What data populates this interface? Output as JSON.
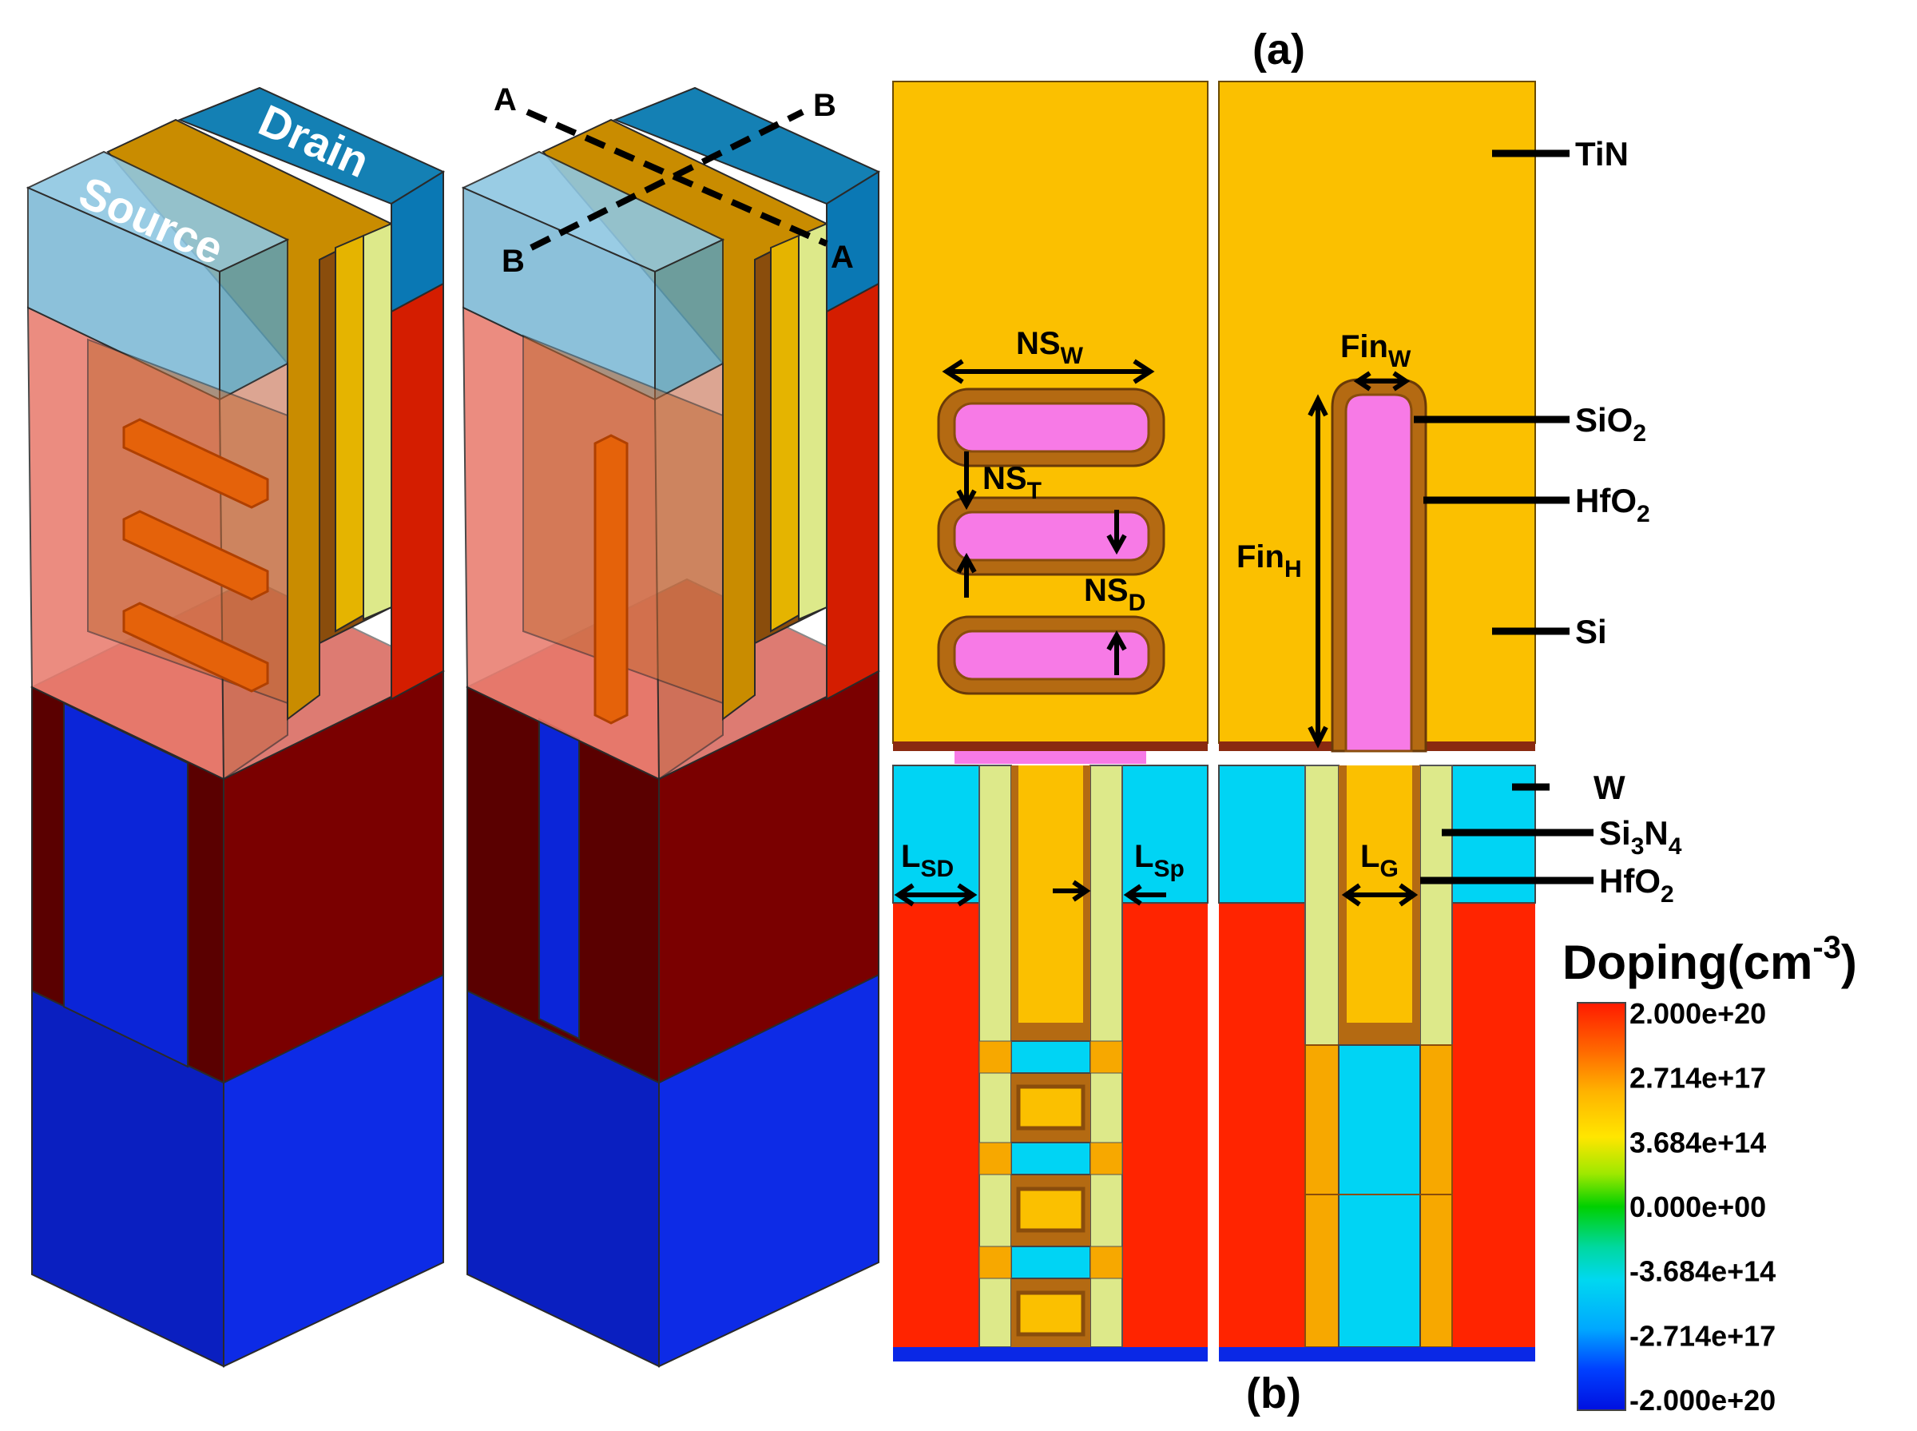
{
  "device_3d": {
    "source_label": "Source",
    "drain_label": "Drain",
    "cut_a": "A",
    "cut_b": "B"
  },
  "panels": {
    "a_label": "(a)",
    "b_label": "(b)"
  },
  "dimensions": {
    "ns_w": "NS",
    "ns_w_sub": "W",
    "ns_t": "NS",
    "ns_t_sub": "T",
    "ns_d": "NS",
    "ns_d_sub": "D",
    "fin_w": "Fin",
    "fin_w_sub": "W",
    "fin_h": "Fin",
    "fin_h_sub": "H",
    "l_sd": "L",
    "l_sd_sub": "SD",
    "l_sp": "L",
    "l_sp_sub": "Sp",
    "l_g": "L",
    "l_g_sub": "G"
  },
  "materials": {
    "tin": "TiN",
    "sio2": "SiO",
    "sio2_sub": "2",
    "hfo2": "HfO",
    "hfo2_sub": "2",
    "si": "Si",
    "w": "W",
    "si3n4_a": "Si",
    "si3n4_sub1": "3",
    "si3n4_b": "N",
    "si3n4_sub2": "4",
    "hfo2_b": "HfO",
    "hfo2_b_sub": "2"
  },
  "legend": {
    "title": "Doping(cm",
    "title_sup": "-3",
    "title_close": ")",
    "ticks": [
      "2.000e+20",
      "2.714e+17",
      "3.684e+14",
      "0.000e+00",
      "-3.684e+14",
      "-2.714e+17",
      "-2.000e+20"
    ],
    "colors": [
      "#ff1a00",
      "#ff6a00",
      "#ffb400",
      "#ffe600",
      "#c8f000",
      "#60e000",
      "#00d000",
      "#00d8a0",
      "#00d8f0",
      "#00a8ff",
      "#0070ff",
      "#0030ff",
      "#0010e0"
    ]
  },
  "colors": {
    "tin": "#fbc000",
    "sio2_shell": "#b46a12",
    "hfo2_shell": "#8a4d0c",
    "si_channel": "#f77ae6",
    "tungsten": "#00d4f4",
    "spacer": "#dde98a",
    "source_drain": "#ff2400",
    "substrate": "#0a28e6",
    "doping_dark": "#7a0000"
  }
}
